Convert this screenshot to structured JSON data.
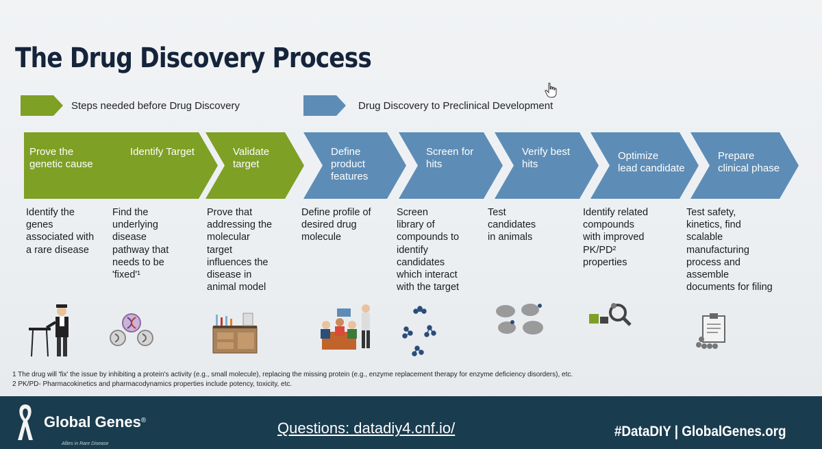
{
  "title": "The Drug Discovery Process",
  "legend": [
    {
      "label": "Steps needed before Drug Discovery",
      "color": "#7ea025"
    },
    {
      "label": "Drug Discovery to Preclinical Development",
      "color": "#5d8db6"
    }
  ],
  "steps": [
    {
      "label": "Prove the\ngenetic cause",
      "description": "Identify the\ngenes\nassociated with\na rare disease",
      "phase": "pre",
      "icon": "scientist-desk-icon"
    },
    {
      "label": "Identify Target",
      "description": "Find the\nunderlying\ndisease\npathway that\nneeds to be\n'fixed'¹",
      "phase": "pre",
      "icon": "dna-molecule-icon"
    },
    {
      "label": "Validate\ntarget",
      "description": "Prove that\naddressing the\nmolecular\ntarget\ninfluences the\ndisease in\nanimal model",
      "phase": "pre",
      "icon": "lab-bench-icon"
    },
    {
      "label": "Define\nproduct\nfeatures",
      "description": "Define profile of\ndesired drug\nmolecule",
      "phase": "discovery",
      "icon": "team-meeting-icon"
    },
    {
      "label": "Screen for\nhits",
      "description": "Screen\nlibrary of\ncompounds to\nidentify\ncandidates\nwhich interact\nwith the target",
      "phase": "discovery",
      "icon": "compounds-icon"
    },
    {
      "label": "Verify best\nhits",
      "description": "Test\ncandidates\nin animals",
      "phase": "discovery",
      "icon": "lab-mice-icon"
    },
    {
      "label": "Optimize\nlead candidate",
      "description": "Identify related\ncompounds\nwith improved\nPK/PD²\nproperties",
      "phase": "discovery",
      "icon": "magnifier-lab-icon"
    },
    {
      "label": "Prepare\nclinical phase",
      "description": "Test safety,\nkinetics, find\nscalable\nmanufacturing\nprocess and\nassemble\ndocuments for filing",
      "phase": "discovery",
      "icon": "clipboard-pills-icon"
    }
  ],
  "footnotes": [
    "1 The drug will 'fix' the issue by inhibiting a protein's activity (e.g., small molecule), replacing the missing protein (e.g., enzyme replacement therapy for enzyme deficiency disorders), etc.",
    "2 PK/PD- Pharmacokinetics and pharmacodynamics properties include potency, toxicity, etc."
  ],
  "footer": {
    "brand": "Global Genes",
    "registered": "®",
    "tagline": "Allies in Rare Disease",
    "questions": "Questions: datadiy4.cnf.io/",
    "hashtag": "#DataDIY | GlobalGenes.org"
  },
  "colors": {
    "green": "#7ea025",
    "blue": "#5d8db6",
    "navy": "#1a3c4f",
    "title": "#15243a"
  }
}
